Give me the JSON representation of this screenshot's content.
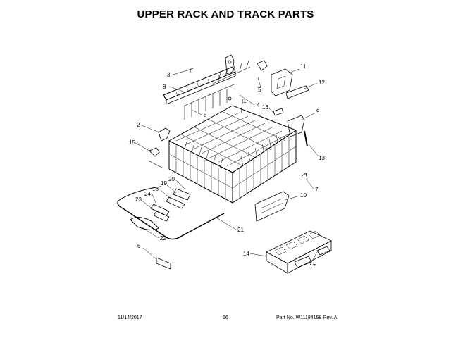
{
  "title": "UPPER RACK AND TRACK PARTS",
  "callouts": {
    "c1": "1",
    "c2": "2",
    "c3": "3",
    "c4": "4",
    "c5a": "5",
    "c5b": "5",
    "c6": "6",
    "c7": "7",
    "c8": "8",
    "c9": "9",
    "c10": "10",
    "c11": "11",
    "c12": "12",
    "c13": "13",
    "c14": "14",
    "c15": "15",
    "c16": "16",
    "c17": "17",
    "c18": "18",
    "c19": "19",
    "c20": "20",
    "c21": "21",
    "c22": "22",
    "c23": "23",
    "c24": "24"
  },
  "footer": {
    "date": "11/14/2017",
    "page": "16",
    "part": "Part No.  W11184168  Rev. A"
  }
}
